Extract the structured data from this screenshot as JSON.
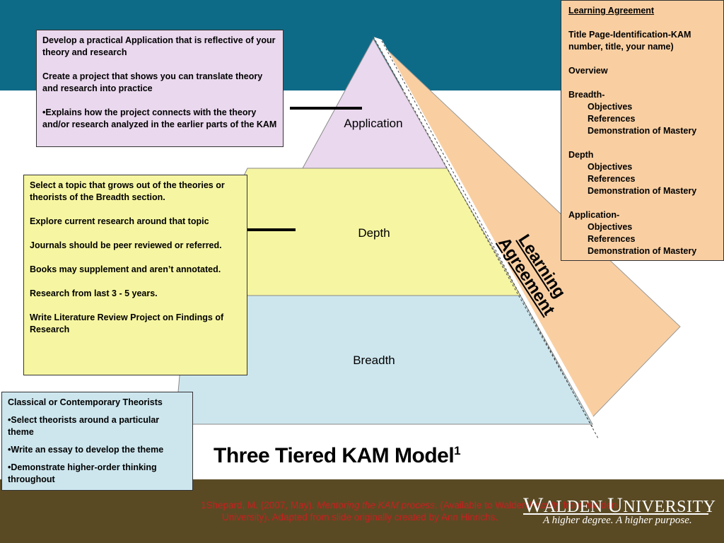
{
  "app_box": {
    "p1": "Develop a practical Application that is reflective of your theory and research",
    "p2": "Create a project that shows you can translate theory and research into practice",
    "p3": "•Explains how the project connects with the theory and/or research analyzed in the earlier parts of the KAM"
  },
  "depth_box": {
    "p1": "Select a topic that grows out of the theories or theorists of the Breadth section.",
    "p2": "Explore current research around that topic",
    "p3": "Journals should be peer  reviewed or referred.",
    "p4": "Books may supplement and aren’t annotated.",
    "p5": "Research from last  3 - 5 years.",
    "p6": "Write Literature Review Project on Findings of Research"
  },
  "breadth_box": {
    "p1": "Classical or Contemporary Theorists",
    "p2": "•Select theorists around a particular theme",
    "p3": "•Write an essay to develop the theme",
    "p4": "•Demonstrate higher-order thinking throughout"
  },
  "learning_agreement_box": {
    "title": "Learning Agreement",
    "title_page": "Title Page-Identification-KAM number, title, your name)",
    "overview": "Overview",
    "breadth": "Breadth-",
    "breadth_items": [
      "Objectives",
      "References",
      "Demonstration of Mastery"
    ],
    "depth": "Depth",
    "depth_items": [
      "Objectives",
      "References",
      "Demonstration of Mastery"
    ],
    "application": "Application-",
    "application_items": [
      "Objectives",
      "References",
      "Demonstration of Mastery"
    ]
  },
  "pyramid": {
    "application": "Application",
    "depth": "Depth",
    "breadth": "Breadth",
    "side_label_line1": "Learning",
    "side_label_line2": "Agreement"
  },
  "title": {
    "text": "Three Tiered KAM Model",
    "superscript": "1"
  },
  "citation": {
    "prefix": "1Shepard, M. (2007, May). ",
    "italic": "Mentoring the KAM process",
    "suffix": ". (Available to Walden Faculty from Walden University). Adapted from slide originally created by  Ann Hinrichs."
  },
  "logo": {
    "w": "W",
    "alden": "ALDEN ",
    "u": "U",
    "niversity": "NIVERSITY",
    "tagline": "A higher degree. A higher purpose."
  },
  "colors": {
    "top_band": "#0e6b87",
    "bottom_band": "#5a4a24",
    "application_tier": "#ead8ee",
    "depth_tier": "#f6f6a2",
    "breadth_tier": "#cde6ee",
    "learning_agreement": "#f9cfa2",
    "citation_text": "#cc1e1e"
  }
}
